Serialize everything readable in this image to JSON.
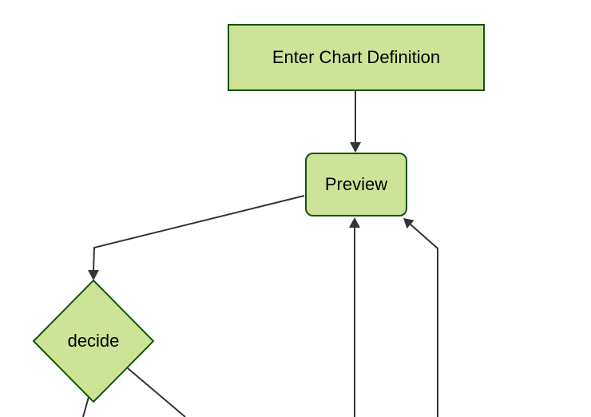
{
  "diagram": {
    "type": "flowchart",
    "background": "#ffffff",
    "colors": {
      "node_fill": "#cde498",
      "node_border": "#13540c",
      "edge": "#333333",
      "text": "#000000"
    },
    "nodes": [
      {
        "label": "Enter Chart Definition",
        "shape": "rectangle"
      },
      {
        "label": "Preview",
        "shape": "rounded-rectangle"
      },
      {
        "label": "decide",
        "shape": "diamond"
      }
    ],
    "edges": [
      {
        "from": "Enter Chart Definition",
        "to": "Preview",
        "arrow": true
      },
      {
        "from": "Preview",
        "to": "decide",
        "arrow": true
      },
      {
        "from": "offscreen-bottom",
        "to": "Preview (bottom)",
        "arrow": true
      },
      {
        "from": "offscreen-bottom",
        "to": "Preview (bottom-right corner)",
        "arrow": true
      },
      {
        "from": "decide (bottom)",
        "to": "offscreen-bottom",
        "arrow": false
      },
      {
        "from": "decide (bottom-right edge)",
        "to": "offscreen-bottom",
        "arrow": false
      }
    ]
  }
}
